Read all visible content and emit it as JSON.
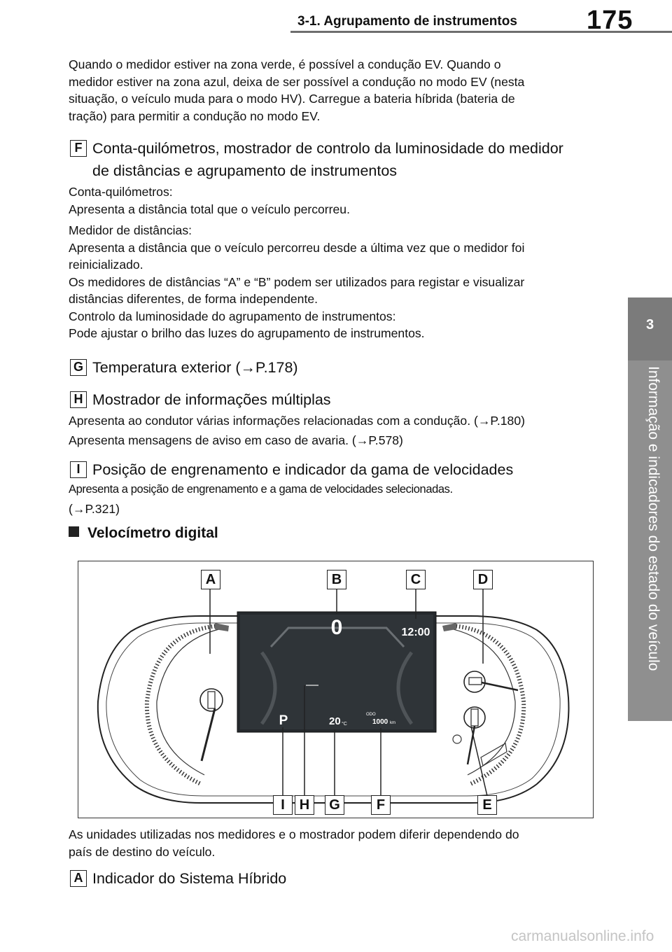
{
  "header": {
    "section_title": "3-1. Agrupamento de instrumentos",
    "page_number": "175"
  },
  "side_tab": {
    "chapter_number": "3",
    "chapter_title": "Informação e indicadores do estado do veículo"
  },
  "intro_paragraph": [
    "Quando o medidor estiver na zona verde, é possível a condução EV. Quando o",
    "medidor estiver na zona azul, deixa de ser possível a condução no modo EV (nesta",
    "situação, o veículo muda para o modo HV). Carregue a bateria híbrida (bateria de",
    "tração) para permitir a condução no modo EV."
  ],
  "item_f": {
    "badge": "F",
    "title_line1": "Conta-quilómetros, mostrador de controlo da luminosidade do medidor",
    "title_line2": "de distâncias e agrupamento de instrumentos",
    "p1_l1": "Conta-quilómetros:",
    "p1_l2": "Apresenta a distância total que o veículo percorreu.",
    "p2": [
      "Medidor de distâncias:",
      "Apresenta a distância que o veículo percorreu desde a última vez que o medidor foi",
      "reinicializado.",
      "Os medidores de distâncias “A” e “B” podem ser utilizados para registar e visualizar",
      "distâncias diferentes, de forma independente.",
      "Controlo da luminosidade do agrupamento de instrumentos:",
      "Pode ajustar o brilho das luzes do agrupamento de instrumentos."
    ]
  },
  "item_g": {
    "badge": "G",
    "title": "Temperatura exterior (→P.178)"
  },
  "item_h": {
    "badge": "H",
    "title": "Mostrador de informações múltiplas",
    "line1": "Apresenta ao condutor várias informações relacionadas com a condução. (→P.180)",
    "line2": "Apresenta mensagens de aviso em caso de avaria. (→P.578)"
  },
  "item_i": {
    "badge": "I",
    "title": "Posição de engrenamento e indicador da gama de velocidades",
    "line1": "Apresenta a posição de engrenamento e a gama de velocidades selecionadas.",
    "line2": "(→P.321)"
  },
  "section": {
    "title": "Velocímetro digital"
  },
  "figure": {
    "labels_top": [
      "A",
      "B",
      "C",
      "D"
    ],
    "labels_bottom": [
      "I",
      "H",
      "G",
      "F",
      "E"
    ],
    "screen": {
      "speed": "0",
      "clock": "12:00",
      "gear": "P",
      "temp": "20",
      "temp_unit": "°C",
      "odo": "1000",
      "odo_unit": "km",
      "odo_mode": "ODO"
    }
  },
  "footnote": [
    "As unidades utilizadas nos medidores e o mostrador podem diferir dependendo do",
    "país de destino do veículo."
  ],
  "item_a": {
    "badge": "A",
    "title": "Indicador do Sistema Híbrido"
  },
  "watermark": "carmanualsonline.info"
}
